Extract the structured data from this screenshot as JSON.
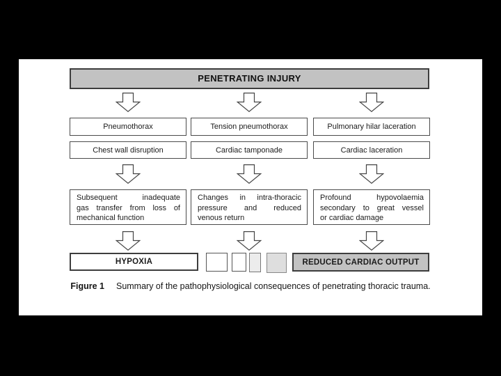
{
  "diagram": {
    "title": "PENETRATING INJURY",
    "columns": [
      {
        "primary": "Pneumothorax",
        "secondary": "Chest wall disruption",
        "consequence": {
          "line1": "Subsequent inadequate",
          "line2": "gas transfer from loss of",
          "line3": "mechanical function"
        }
      },
      {
        "primary": "Tension pneumothorax",
        "secondary": "Cardiac tamponade",
        "consequence": {
          "line1": "Changes in intra-thoracic",
          "line2": "pressure and reduced",
          "line3": "venous return"
        }
      },
      {
        "primary": "Pulmonary hilar laceration",
        "secondary": "Cardiac laceration",
        "consequence": {
          "line1": "Profound hypovolaemia",
          "line2": "secondary to great vessel",
          "line3": "or cardiac damage"
        }
      }
    ],
    "outcomes": {
      "hypoxia": "HYPOXIA",
      "reduced_cardiac_output": "REDUCED CARDIAC OUTPUT"
    },
    "caption": {
      "label": "Figure 1",
      "text": "Summary of the pathophysiological consequences of penetrating thoracic trauma."
    },
    "colors": {
      "background": "#000000",
      "slide_background": "#ffffff",
      "header_fill": "#c2c2c2",
      "outcome_fill": "#c2c2c2",
      "transition_fill_light": "#ececec",
      "transition_fill_mid": "#dedede",
      "box_border": "#4a4a4a"
    }
  }
}
